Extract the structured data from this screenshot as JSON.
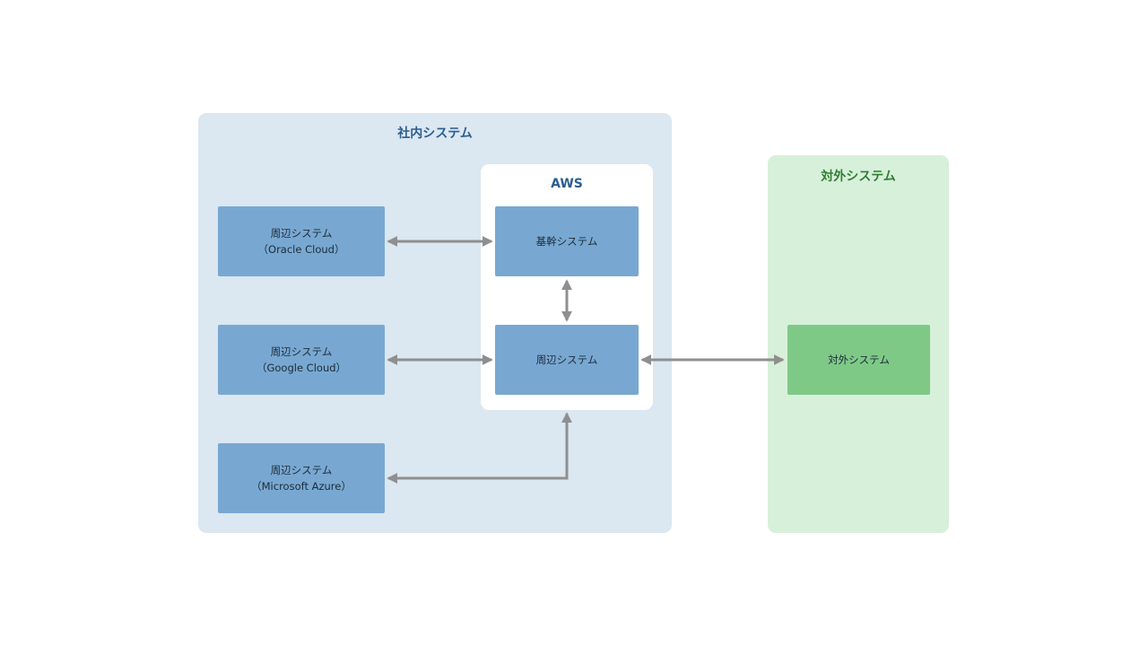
{
  "colors": {
    "internal_bg": "#dbe7f1",
    "internal_title": "#2a5d8f",
    "aws_bg": "#ffffff",
    "external_bg": "#d7f0da",
    "external_title": "#2f7d32",
    "node_blue": "#78a8d1",
    "node_green": "#7fc987",
    "arrow": "#8f8f8f"
  },
  "regions": {
    "internal": {
      "title": "社内システム"
    },
    "aws": {
      "title": "AWS"
    },
    "external": {
      "title": "対外システム"
    }
  },
  "nodes": {
    "oracle": {
      "line1": "周辺システム",
      "line2": "（Oracle Cloud）"
    },
    "google": {
      "line1": "周辺システム",
      "line2": "（Google Cloud）"
    },
    "azure": {
      "line1": "周辺システム",
      "line2": "（Microsoft Azure）"
    },
    "core": {
      "line1": "基幹システム"
    },
    "peripheral_aws": {
      "line1": "周辺システム"
    },
    "external": {
      "line1": "対外システム"
    }
  }
}
